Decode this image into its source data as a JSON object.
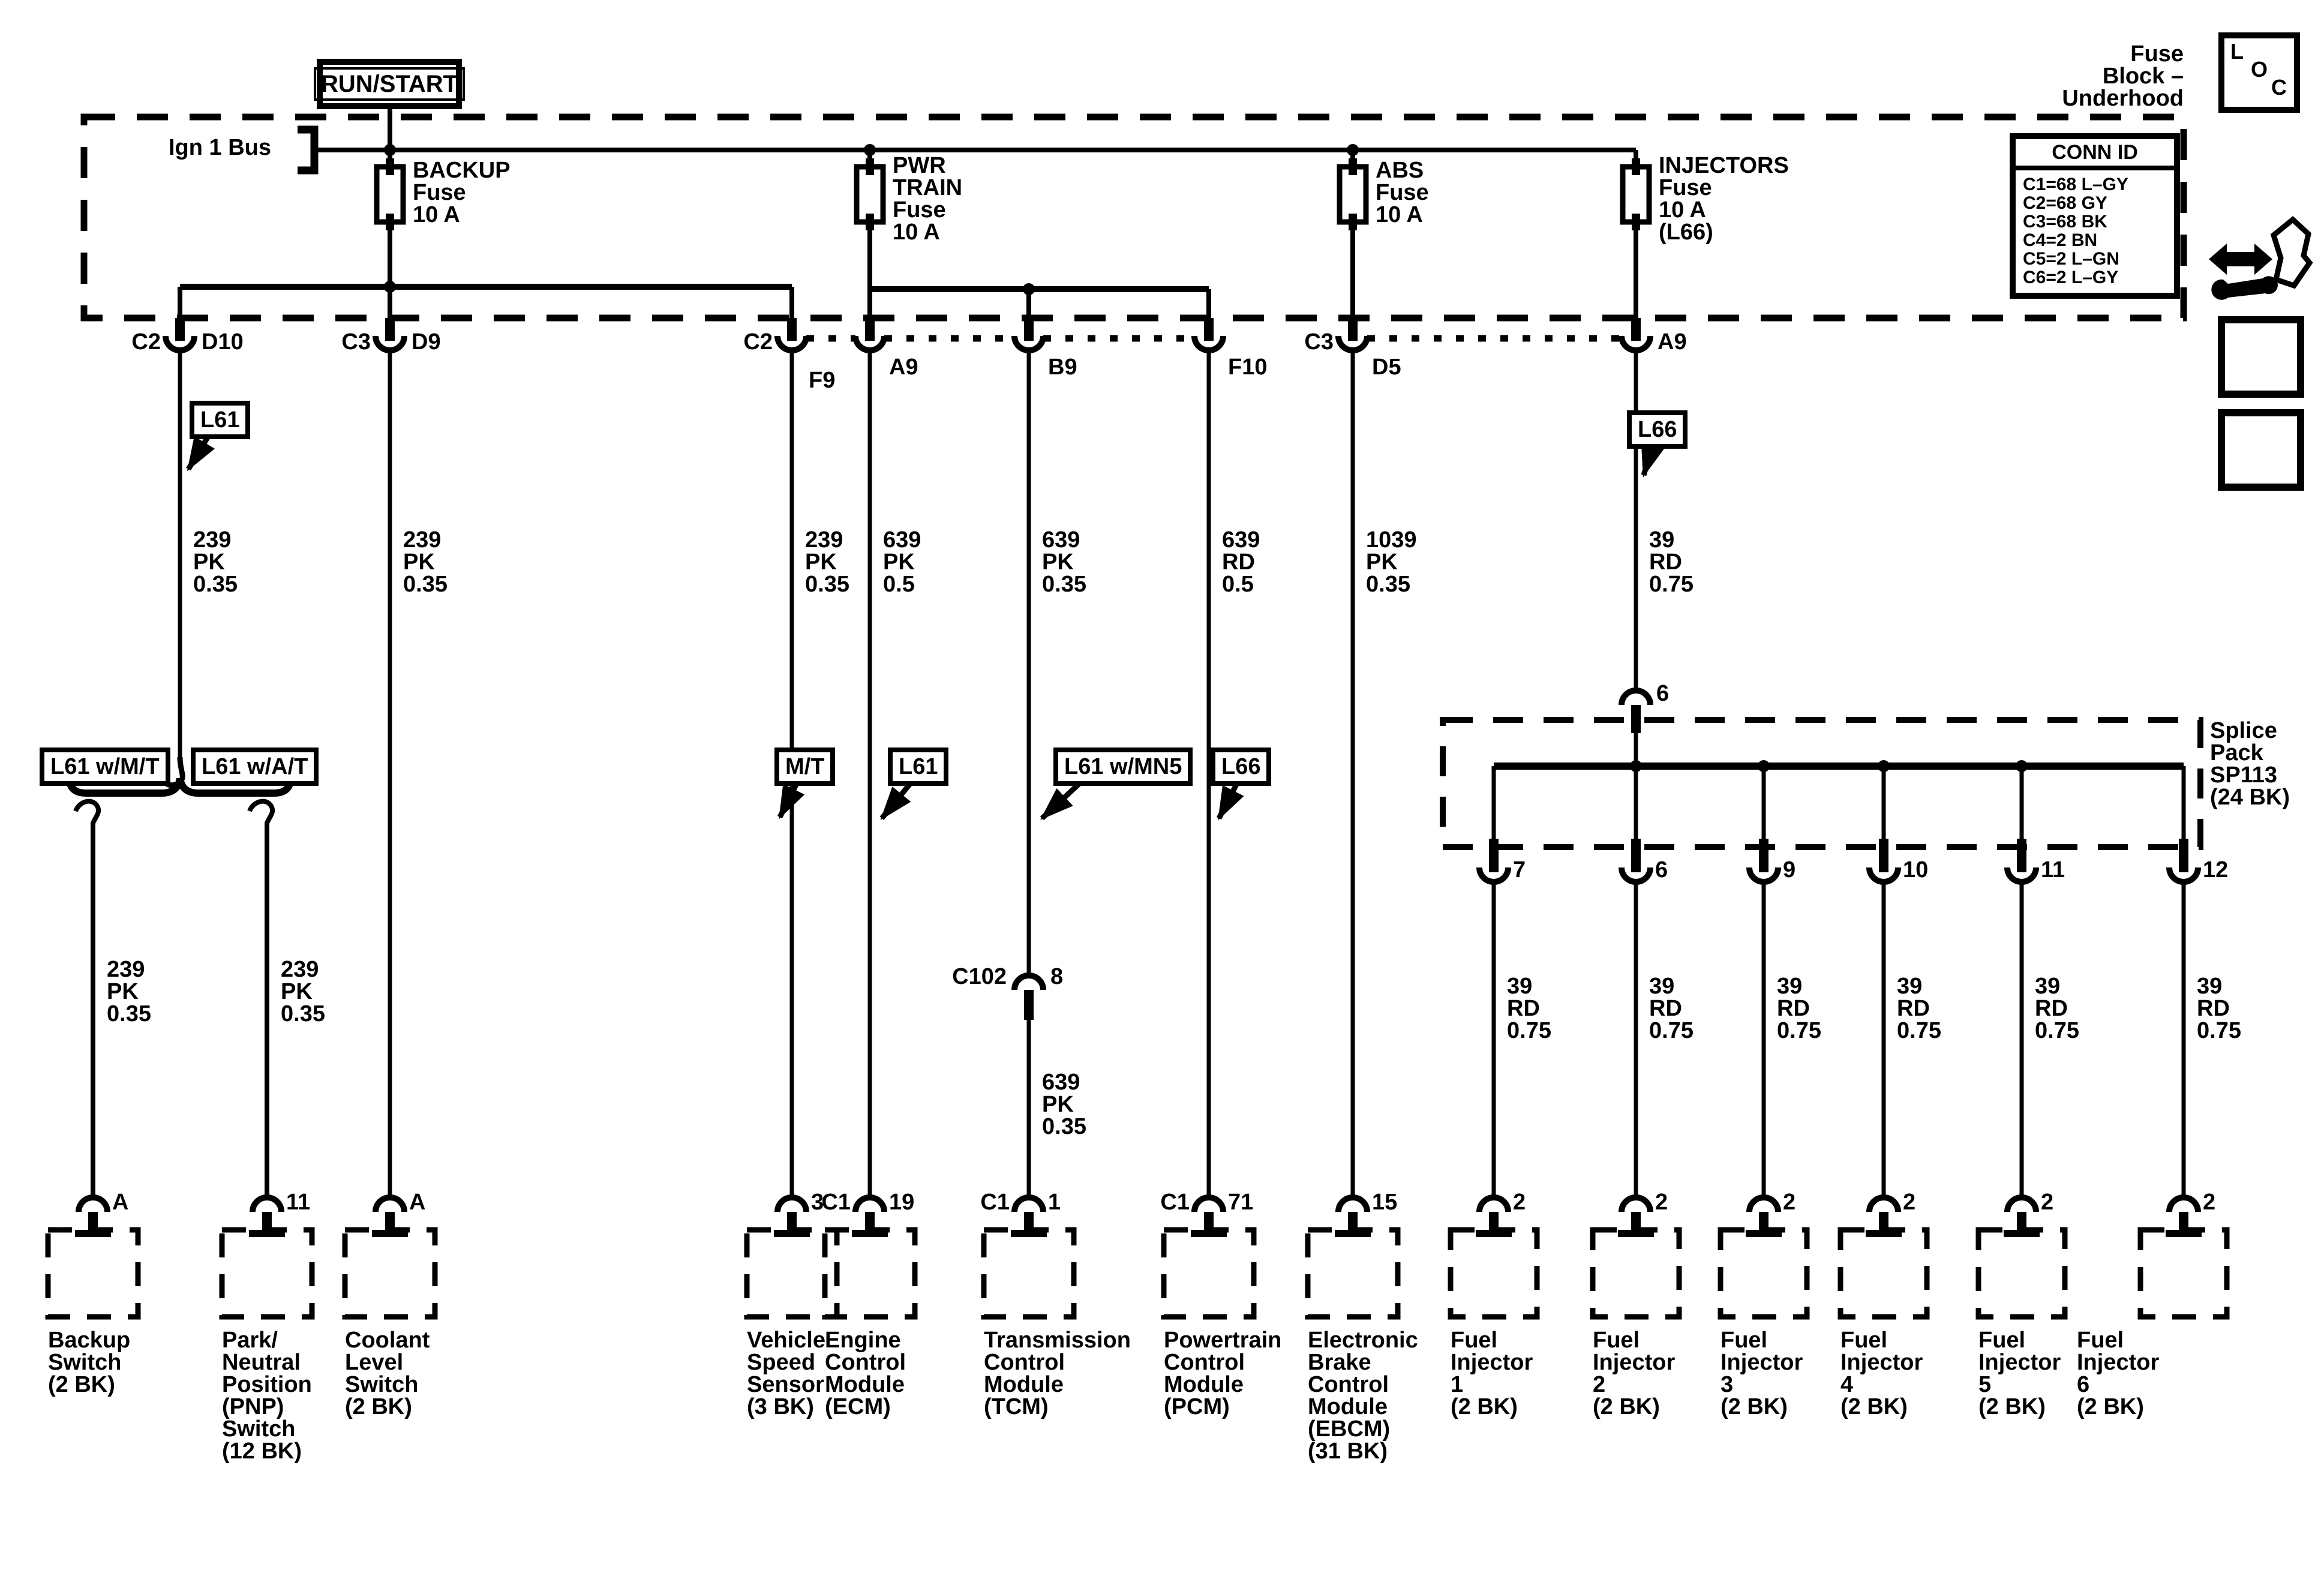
{
  "colors": {
    "ink": "#000000",
    "paper": "#ffffff"
  },
  "diagram_title_lines": [
    "Fuse",
    "Block –",
    "Underhood"
  ],
  "power": {
    "run_start": "RUN/START",
    "ign_bus": "Ign 1 Bus"
  },
  "loc_icon": {
    "l": "L",
    "o": "O",
    "c": "C"
  },
  "conn_id": {
    "title": "CONN ID",
    "rows": [
      "C1=68 L–GY",
      "C2=68 GY",
      "C3=68 BK",
      "C4=2 BN",
      "C5=2 L–GN",
      "C6=2 L–GY"
    ]
  },
  "fuses": {
    "backup": [
      "BACKUP",
      "Fuse",
      "10 A"
    ],
    "pwr_train": [
      "PWR",
      "TRAIN",
      "Fuse",
      "10 A"
    ],
    "abs": [
      "ABS",
      "Fuse",
      "10 A"
    ],
    "injectors": [
      "INJECTORS",
      "Fuse",
      "10 A",
      "(L66)"
    ]
  },
  "fuse_block_pins": {
    "d10_conn": "C2",
    "d10": "D10",
    "d9_conn": "C3",
    "d9": "D9",
    "f9_conn": "C2",
    "f9": "F9",
    "a9": "A9",
    "b9": "B9",
    "f10": "F10",
    "d5_conn": "C3",
    "d5": "D5",
    "a9_inj": "A9"
  },
  "callouts": {
    "l61_upper": "L61",
    "l66_upper": "L66",
    "l61_wmt": "L61 w/M/T",
    "l61_wat": "L61 w/A/T",
    "mt": "M/T",
    "l61": "L61",
    "l61_wmn5": "L61 w/MN5",
    "l66": "L66"
  },
  "wires": {
    "d10": [
      "239",
      "PK",
      "0.35"
    ],
    "d9": [
      "239",
      "PK",
      "0.35"
    ],
    "f9": [
      "239",
      "PK",
      "0.35"
    ],
    "ecm": [
      "639",
      "PK",
      "0.5"
    ],
    "tcm_upper": [
      "639",
      "PK",
      "0.35"
    ],
    "tcm_lower": [
      "639",
      "PK",
      "0.35"
    ],
    "pcm": [
      "639",
      "RD",
      "0.5"
    ],
    "ebcm": [
      "1039",
      "PK",
      "0.35"
    ],
    "injector_feed": [
      "39",
      "RD",
      "0.75"
    ],
    "mt_branch": [
      "239",
      "PK",
      "0.35"
    ],
    "at_branch": [
      "239",
      "PK",
      "0.35"
    ],
    "injector_branches": [
      [
        "39",
        "RD",
        "0.75"
      ],
      [
        "39",
        "RD",
        "0.75"
      ],
      [
        "39",
        "RD",
        "0.75"
      ],
      [
        "39",
        "RD",
        "0.75"
      ],
      [
        "39",
        "RD",
        "0.75"
      ],
      [
        "39",
        "RD",
        "0.75"
      ]
    ]
  },
  "inline_connector": {
    "name": "C102",
    "pin": "8"
  },
  "splice_pack": {
    "label_lines": [
      "Splice",
      "Pack",
      "SP113",
      "(24 BK)"
    ],
    "input_pin": "6",
    "output_pins": [
      "7",
      "6",
      "9",
      "10",
      "11",
      "12"
    ]
  },
  "components": [
    {
      "pin": "A",
      "lines": [
        "Backup",
        "Switch",
        "(2 BK)"
      ]
    },
    {
      "pin": "11",
      "lines": [
        "Park/",
        "Neutral",
        "Position",
        "(PNP)",
        "Switch",
        "(12 BK)"
      ]
    },
    {
      "pin": "A",
      "lines": [
        "Coolant",
        "Level",
        "Switch",
        "(2 BK)"
      ]
    },
    {
      "pin": "3",
      "lines": [
        "Vehicle",
        "Speed",
        "Sensor",
        "(3 BK)"
      ]
    },
    {
      "conn": "C1",
      "pin": "19",
      "lines": [
        "Engine",
        "Control",
        "Module",
        "(ECM)"
      ]
    },
    {
      "conn": "C1",
      "pin": "1",
      "lines": [
        "Transmission",
        "Control",
        "Module",
        "(TCM)"
      ]
    },
    {
      "conn": "C1",
      "pin": "71",
      "lines": [
        "Powertrain",
        "Control",
        "Module",
        "(PCM)"
      ]
    },
    {
      "pin": "15",
      "lines": [
        "Electronic",
        "Brake",
        "Control",
        "Module",
        "(EBCM)",
        "(31 BK)"
      ]
    },
    {
      "pin": "2",
      "lines": [
        "Fuel",
        "Injector",
        "1",
        "(2 BK)"
      ]
    },
    {
      "pin": "2",
      "lines": [
        "Fuel",
        "Injector",
        "2",
        "(2 BK)"
      ]
    },
    {
      "pin": "2",
      "lines": [
        "Fuel",
        "Injector",
        "3",
        "(2 BK)"
      ]
    },
    {
      "pin": "2",
      "lines": [
        "Fuel",
        "Injector",
        "4",
        "(2 BK)"
      ]
    },
    {
      "pin": "2",
      "lines": [
        "Fuel",
        "Injector",
        "5",
        "(2 BK)"
      ]
    },
    {
      "pin": "2",
      "lines": [
        "Fuel",
        "Injector",
        "6",
        "(2 BK)"
      ]
    }
  ]
}
